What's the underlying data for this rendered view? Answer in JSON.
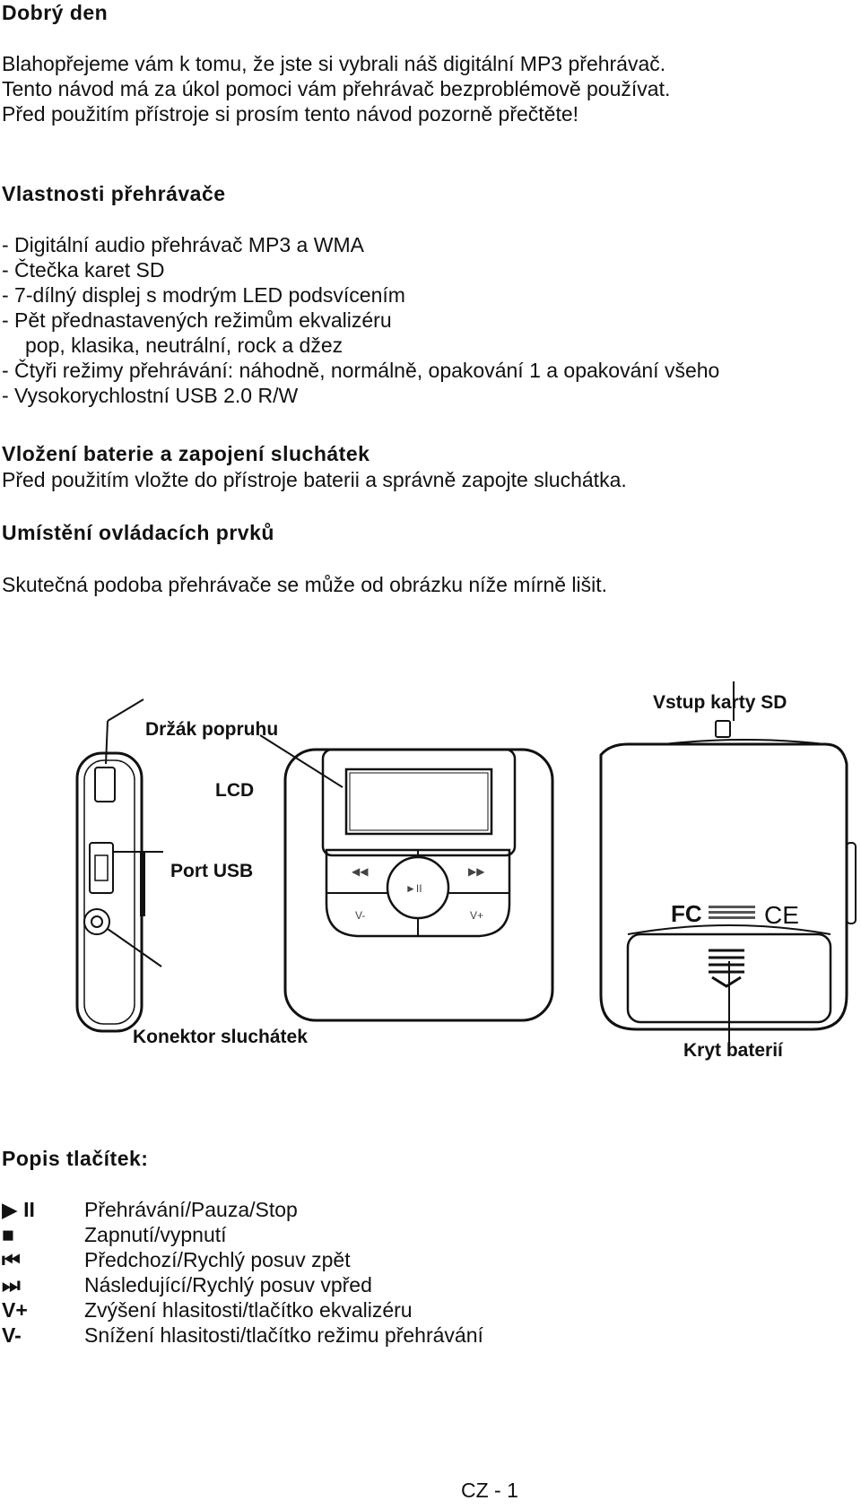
{
  "greeting": "Dobrý den",
  "intro": [
    "Blahopřejeme vám k tomu, že jste si vybrali náš digitální MP3 přehrávač.",
    "Tento návod má za úkol pomoci vám přehrávač bezproblémově používat.",
    "Před použitím přístroje si prosím tento návod pozorně přečtěte!"
  ],
  "features": {
    "heading": "Vlastnosti přehrávače",
    "items": [
      "- Digitální audio přehrávač MP3 a WMA",
      "- Čtečka karet SD",
      "- 7-dílný displej s modrým LED podsvícením",
      "- Pět přednastavených režimům ekvalizéru",
      "pop, klasika, neutrální, rock a džez",
      "- Čtyři režimy přehrávání: náhodně, normálně, opakování 1 a opakování všeho",
      "- Vysokorychlostní USB 2.0 R/W"
    ]
  },
  "battery": {
    "heading": "Vložení baterie a zapojení sluchátek",
    "text": "Před použitím vložte do přístroje baterii a správně zapojte sluchátka."
  },
  "controls": {
    "heading": "Umístění ovládacích prvků",
    "text": "Skutečná podoba přehrávače se může od obrázku níže mírně lišit."
  },
  "diagram": {
    "label_strap": "Držák popruhu",
    "label_lcd": "LCD",
    "label_usb": "Port USB",
    "label_headphones": "Konektor sluchátek",
    "label_sd": "Vstup karty SD",
    "label_battery_cover": "Kryt baterií",
    "fcc_mark": "FC",
    "ce_mark": "CE",
    "btn_vminus": "V-",
    "btn_vplus": "V+",
    "btn_play": "►II"
  },
  "buttons": {
    "heading": "Popis tlačítek:",
    "rows": [
      {
        "symbol": "▶ II",
        "desc": "Přehrávání/Pauza/Stop",
        "icon": "play-pause-icon"
      },
      {
        "symbol": "■",
        "desc": "Zapnutí/vypnutí",
        "icon": "stop-icon"
      },
      {
        "symbol": "⏮",
        "desc": "Předchozí/Rychlý posuv zpět",
        "icon": "previous-icon"
      },
      {
        "symbol": "⏭",
        "desc": "Následující/Rychlý posuv vpřed",
        "icon": "next-icon"
      },
      {
        "symbol": "V+",
        "desc": "Zvýšení hlasitosti/tlačítko ekvalizéru",
        "icon": "volume-up-label"
      },
      {
        "symbol": "V-",
        "desc": "Snížení hlasitosti/tlačítko režimu přehrávání",
        "icon": "volume-down-label"
      }
    ]
  },
  "page_number": "CZ - 1"
}
